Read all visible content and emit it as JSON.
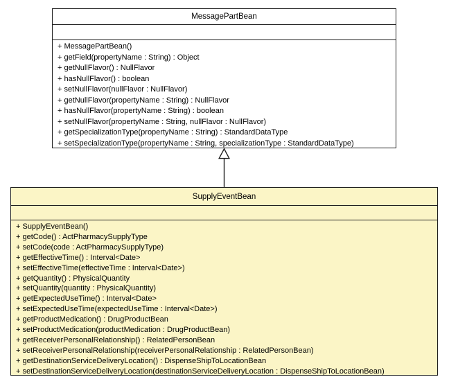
{
  "diagram": {
    "kind": "uml-class-diagram",
    "background_color": "#ffffff",
    "line_color": "#1f1f1f",
    "classes": [
      {
        "name": "MessagePartBean",
        "fill": "#ffffff",
        "attributes": [],
        "methods": [
          "+ MessagePartBean()",
          "+ getField(propertyName : String) : Object",
          "+ getNullFlavor() : NullFlavor",
          "+ hasNullFlavor() : boolean",
          "+ setNullFlavor(nullFlavor : NullFlavor)",
          "+ getNullFlavor(propertyName : String) : NullFlavor",
          "+ hasNullFlavor(propertyName : String) : boolean",
          "+ setNullFlavor(propertyName : String, nullFlavor : NullFlavor)",
          "+ getSpecializationType(propertyName : String) : StandardDataType",
          "+ setSpecializationType(propertyName : String, specializationType : StandardDataType)"
        ]
      },
      {
        "name": "SupplyEventBean",
        "fill": "#fbf5c6",
        "attributes": [],
        "methods": [
          "+ SupplyEventBean()",
          "+ getCode() : ActPharmacySupplyType",
          "+ setCode(code : ActPharmacySupplyType)",
          "+ getEffectiveTime() : Interval<Date>",
          "+ setEffectiveTime(effectiveTime : Interval<Date>)",
          "+ getQuantity() : PhysicalQuantity",
          "+ setQuantity(quantity : PhysicalQuantity)",
          "+ getExpectedUseTime() : Interval<Date>",
          "+ setExpectedUseTime(expectedUseTime : Interval<Date>)",
          "+ getProductMedication() : DrugProductBean",
          "+ setProductMedication(productMedication : DrugProductBean)",
          "+ getReceiverPersonalRelationship() : RelatedPersonBean",
          "+ setReceiverPersonalRelationship(receiverPersonalRelationship : RelatedPersonBean)",
          "+ getDestinationServiceDeliveryLocation() : DispenseShipToLocationBean",
          "+ setDestinationServiceDeliveryLocation(destinationServiceDeliveryLocation : DispenseShipToLocationBean)"
        ]
      }
    ],
    "relationship": {
      "type": "generalization",
      "from": "SupplyEventBean",
      "to": "MessagePartBean",
      "arrow_style": "hollow-triangle-pointing-up"
    }
  }
}
